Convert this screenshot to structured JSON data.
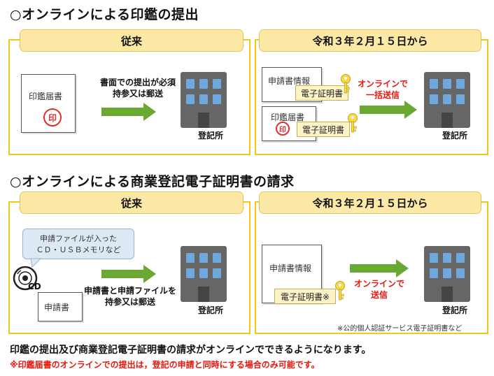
{
  "sections": [
    {
      "heading": "○オンラインによる印鑑の提出",
      "left": {
        "tab": "従来",
        "doc_label": "印鑑届書",
        "seal": "印",
        "arrow_text": "書面での提出が必須\n持参又は郵送",
        "office": "登記所"
      },
      "right": {
        "tab": "令和３年２月１５日から",
        "doc1_label": "申請書情報",
        "cert1": "電子証明書",
        "doc2_label": "印鑑届書",
        "seal": "印",
        "cert2": "電子証明書",
        "arrow_text": "オンラインで\n一括送信",
        "office": "登記所"
      }
    },
    {
      "heading": "○オンラインによる商業登記電子証明書の請求",
      "left": {
        "tab": "従来",
        "bubble": "申請ファイルが入った\nＣＤ・ＵＳＢメモリなど",
        "cd_label": "CD",
        "doc_label": "申請書",
        "arrow_text": "申請書と申請ファイルを\n持参又は郵送",
        "office": "登記所"
      },
      "right": {
        "tab": "令和３年２月１５日から",
        "doc_label": "申請書情報",
        "cert": "電子証明書※",
        "arrow_text": "オンラインで\n送信",
        "office": "登記所",
        "note": "※公的個人認証サービス電子証明書など"
      }
    }
  ],
  "footer": {
    "line1": "印鑑の提出及び商業登記電子証明書の請求がオンラインでできるようになります。",
    "line2": "※印鑑届書のオンラインでの提出は，登記の申請と同時にする場合のみ可能です。"
  },
  "colors": {
    "panel_border": "#f5c518",
    "tab_fill": "#fde9a6",
    "arrow": "#6aa832",
    "accent_red": "#e8160c",
    "building": "#666666",
    "window": "#6fa8dc"
  }
}
